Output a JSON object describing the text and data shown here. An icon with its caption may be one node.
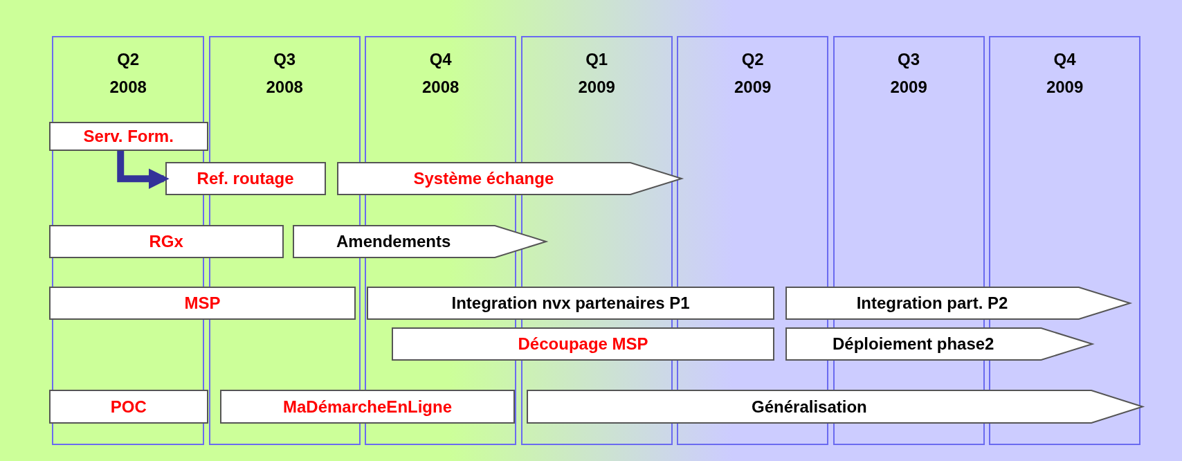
{
  "diagram": {
    "nodes": [
      {
        "text": [
          "Q2 2008"
        ]
      },
      {
        "text": [
          "Q3 2008"
        ]
      },
      {
        "text": [
          "Q4 2008"
        ]
      },
      {
        "text": [
          "Q1 2009"
        ]
      },
      {
        "text": [
          "Q2 2009"
        ]
      },
      {
        "text": [
          "Q3 2009"
        ]
      },
      {
        "text": [
          "Q4 2009"
        ]
      },
      {
        "text": [
          "Serv. Form."
        ]
      },
      {
        "text": [
          "Ref. routage"
        ]
      },
      {
        "text": [
          "Système échange"
        ]
      },
      {
        "text": [
          "RGx"
        ]
      },
      {
        "text": [
          "Amendements"
        ]
      },
      {
        "text": [
          "MSP"
        ]
      },
      {
        "text": [
          "Integration nvx partenaires P1"
        ]
      },
      {
        "text": [
          "Integration part. P2"
        ]
      },
      {
        "text": [
          "Découpage MSP"
        ]
      },
      {
        "text": [
          "Déploiement phase2"
        ]
      },
      {
        "text": [
          "POC"
        ]
      },
      {
        "text": [
          "MaDémarcheEnLigne"
        ]
      },
      {
        "text": [
          "Généralisation"
        ]
      }
    ],
    "edges": [
      {
        "from": 7,
        "to": 8,
        "arrow": "to",
        "color": "#333399"
      }
    ]
  }
}
